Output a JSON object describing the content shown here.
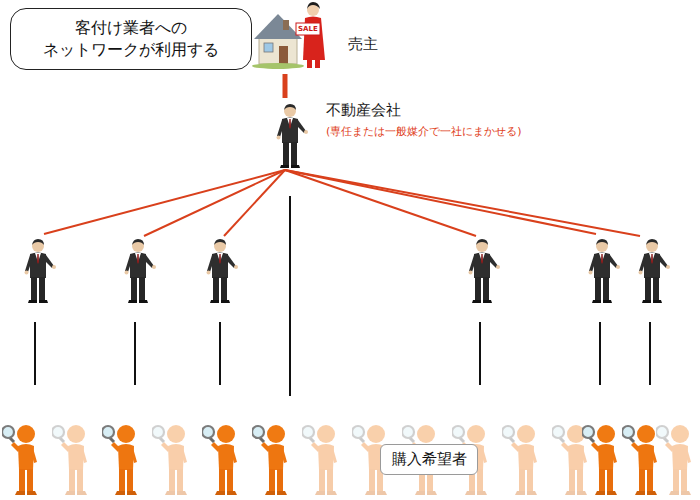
{
  "diagram": {
    "nodes": [
      {
        "text": [
          "客付け業者への ネットワークが利用する"
        ]
      },
      {
        "text": [
          "購入希望者"
        ]
      }
    ],
    "labels": [
      "SALE",
      "売主",
      "不動産会社",
      "(専任または一般媒介で一社にまかせる)"
    ]
  }
}
